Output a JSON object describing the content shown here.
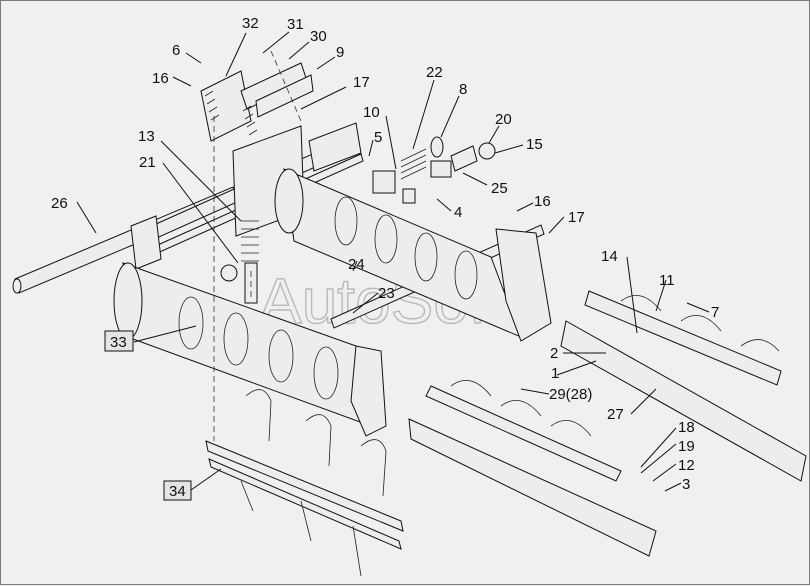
{
  "watermark": "AutoSoft",
  "callouts": [
    "32",
    "31",
    "30",
    "6",
    "9",
    "16",
    "17",
    "22",
    "8",
    "10",
    "20",
    "15",
    "5",
    "13",
    "21",
    "25",
    "26",
    "4",
    "16",
    "17",
    "14",
    "11",
    "7",
    "24",
    "23",
    "33",
    "2",
    "1",
    "29(28)",
    "27",
    "18",
    "19",
    "12",
    "3",
    "34"
  ],
  "boxed_callouts": [
    "33",
    "34"
  ]
}
